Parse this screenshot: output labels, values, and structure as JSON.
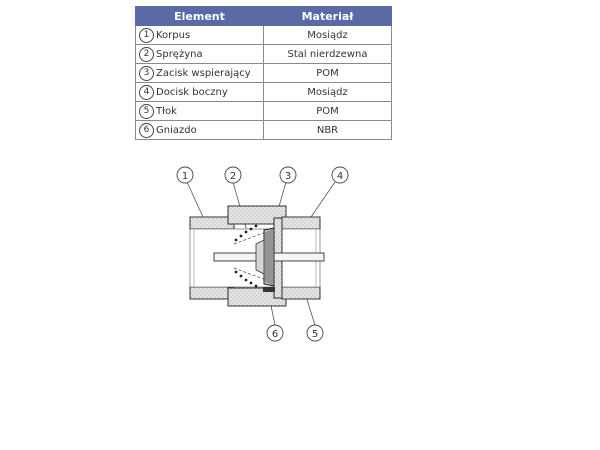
{
  "table": {
    "headers": [
      "Element",
      "Materiał"
    ],
    "rows": [
      {
        "num": "1",
        "element": "Korpus",
        "material": "Mosiądz"
      },
      {
        "num": "2",
        "element": "Sprężyna",
        "material": "Stal nierdzewna"
      },
      {
        "num": "3",
        "element": "Zacisk wspierający",
        "material": "POM"
      },
      {
        "num": "4",
        "element": "Docisk boczny",
        "material": "Mosiądz"
      },
      {
        "num": "5",
        "element": "Tłok",
        "material": "POM"
      },
      {
        "num": "6",
        "element": "Gniazdo",
        "material": "NBR"
      }
    ]
  },
  "diagram": {
    "callouts": [
      "1",
      "2",
      "3",
      "4",
      "5",
      "6"
    ]
  }
}
